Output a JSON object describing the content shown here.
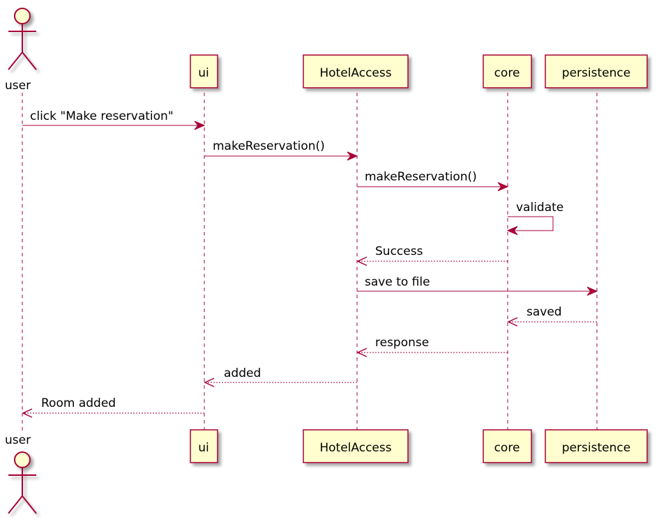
{
  "participants": {
    "user": "user",
    "ui": "ui",
    "hotel_access": "HotelAccess",
    "core": "core",
    "persistence": "persistence"
  },
  "messages": [
    {
      "from": "user",
      "to": "ui",
      "label": "click \"Make reservation\"",
      "kind": "sync"
    },
    {
      "from": "ui",
      "to": "hotel_access",
      "label": "makeReservation()",
      "kind": "sync"
    },
    {
      "from": "hotel_access",
      "to": "core",
      "label": "makeReservation()",
      "kind": "sync"
    },
    {
      "from": "core",
      "to": "core",
      "label": "validate",
      "kind": "self"
    },
    {
      "from": "core",
      "to": "hotel_access",
      "label": "Success",
      "kind": "return"
    },
    {
      "from": "hotel_access",
      "to": "persistence",
      "label": "save to file",
      "kind": "sync"
    },
    {
      "from": "persistence",
      "to": "core",
      "label": "saved",
      "kind": "return"
    },
    {
      "from": "core",
      "to": "hotel_access",
      "label": "response",
      "kind": "return"
    },
    {
      "from": "hotel_access",
      "to": "ui",
      "label": "added",
      "kind": "return"
    },
    {
      "from": "ui",
      "to": "user",
      "label": "Room added",
      "kind": "return"
    }
  ],
  "colors": {
    "line": "#a80036",
    "box_fill": "#fefece",
    "text": "#000000"
  }
}
